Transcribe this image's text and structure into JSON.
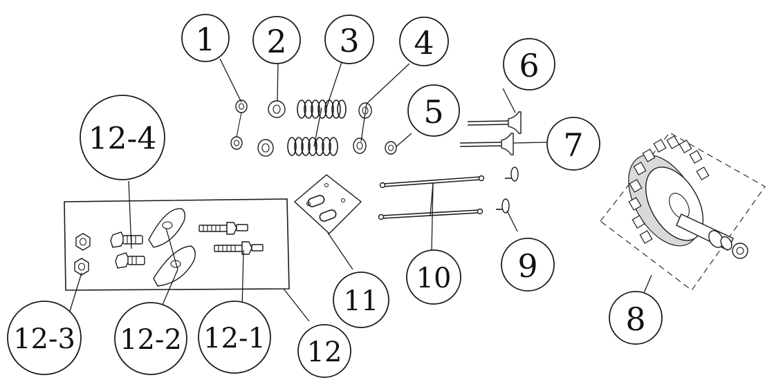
{
  "callouts": {
    "c1": "1",
    "c2": "2",
    "c3": "3",
    "c4": "4",
    "c5": "5",
    "c6": "6",
    "c7": "7",
    "c8": "8",
    "c9": "9",
    "c10": "10",
    "c11": "11",
    "c12": "12",
    "c12_1": "12-1",
    "c12_2": "12-2",
    "c12_3": "12-3",
    "c12_4": "12-4"
  }
}
